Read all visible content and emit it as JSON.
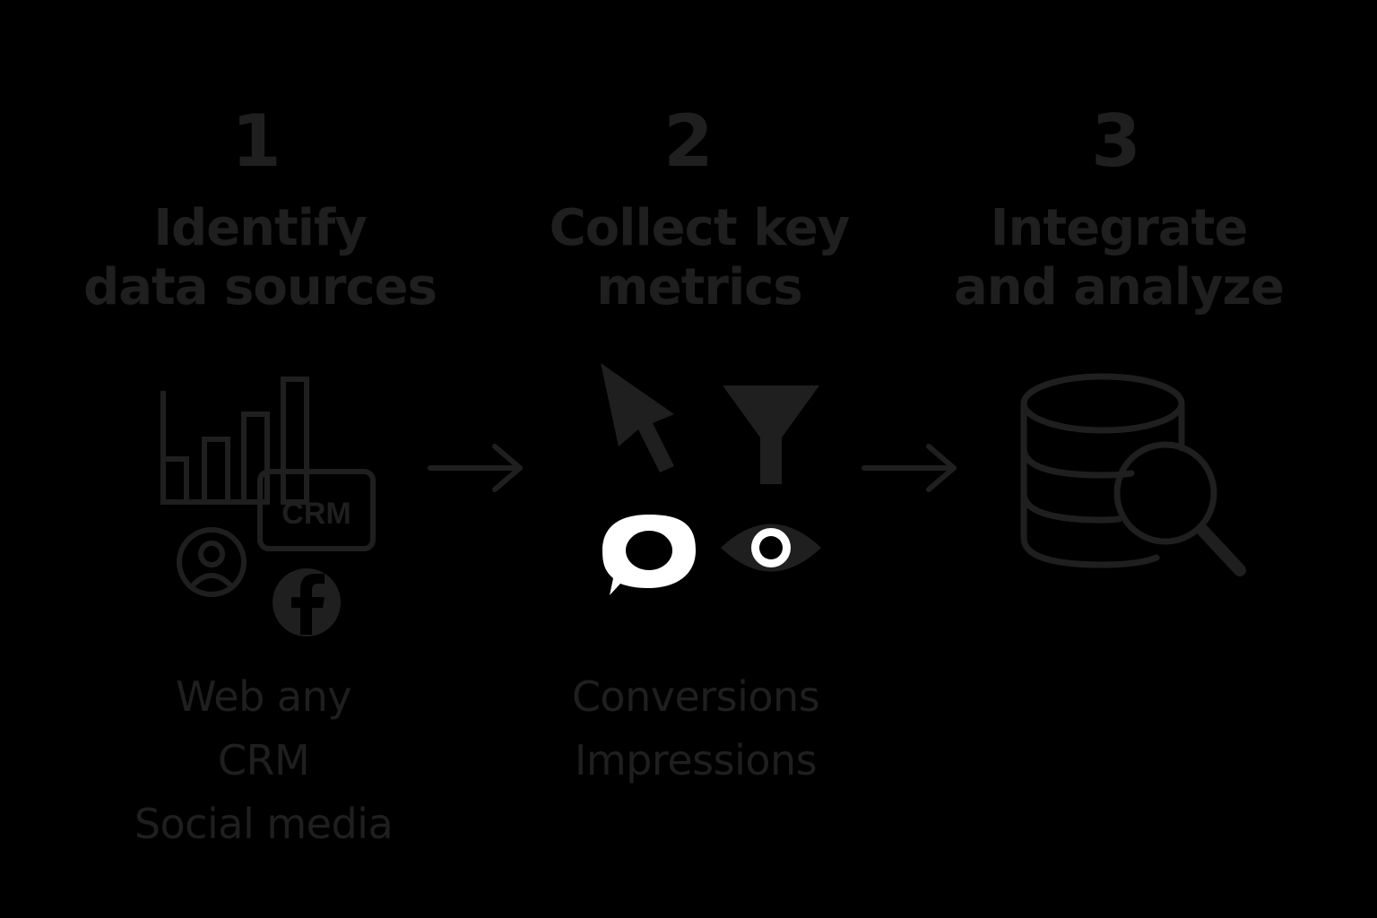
{
  "steps": [
    {
      "number": "1",
      "title": [
        "Identify",
        "data sources"
      ],
      "icon": "data-sources-icon",
      "items": [
        "Web any",
        "CRM",
        "Social media"
      ],
      "icon_text": "CRM"
    },
    {
      "number": "2",
      "title": [
        "Collect key",
        "metrics"
      ],
      "icon": "metrics-icons",
      "items": [
        "Conversions",
        "Impressions"
      ]
    },
    {
      "number": "3",
      "title": [
        "Integrate",
        "and analyze"
      ],
      "icon": "database-search-icon",
      "items": []
    }
  ],
  "colors": {
    "background": "#000000",
    "muted": "#1f1f1f",
    "bright": "#ffffff"
  }
}
